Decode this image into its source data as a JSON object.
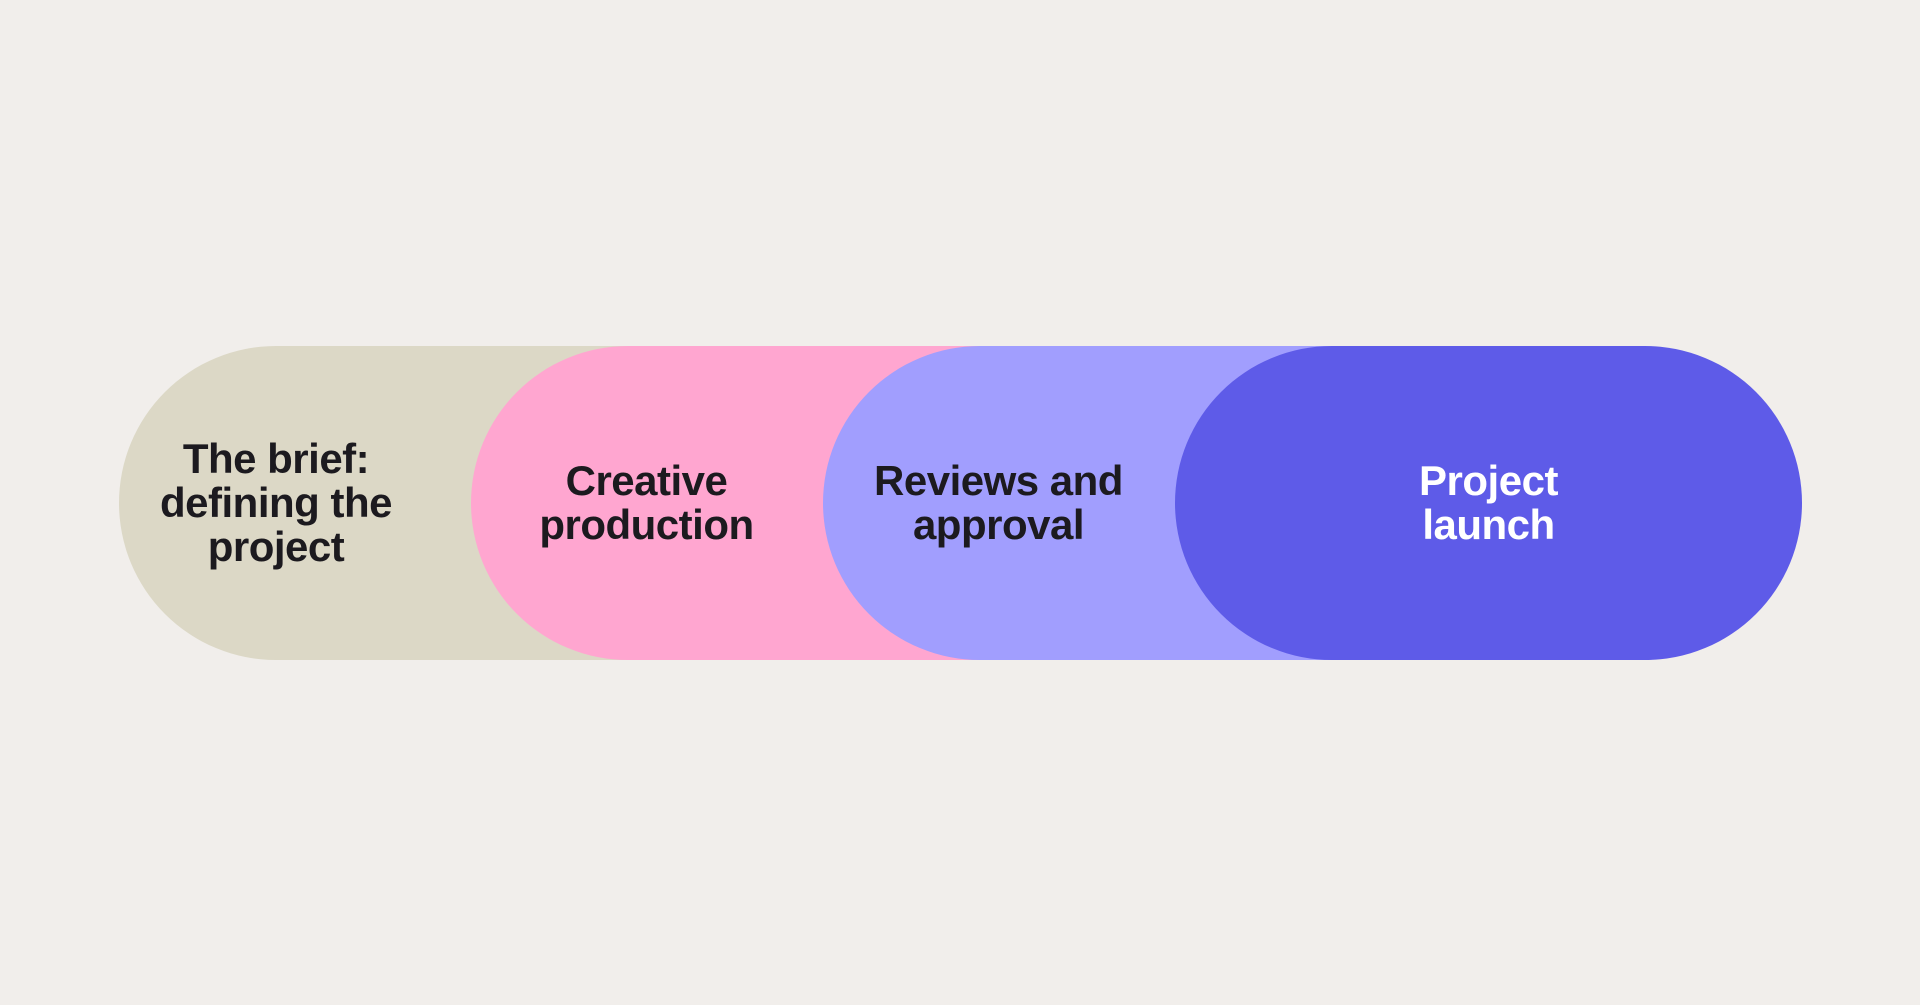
{
  "colors": {
    "background": "#f1eeeb",
    "text_dark": "#1c1a1f",
    "text_light": "#ffffff"
  },
  "steps": [
    {
      "label": "The brief:\ndefining the\nproject",
      "color": "#dcd8c6",
      "text_color": "#1c1a1f"
    },
    {
      "label": "Creative\nproduction",
      "color": "#ffa6d0",
      "text_color": "#1c1a1f"
    },
    {
      "label": "Reviews and\napproval",
      "color": "#a19efe",
      "text_color": "#1c1a1f"
    },
    {
      "label": "Project\nlaunch",
      "color": "#5e5be8",
      "text_color": "#ffffff"
    }
  ]
}
